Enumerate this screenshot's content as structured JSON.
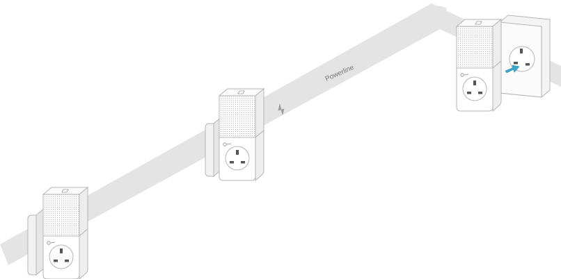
{
  "diagram": {
    "band_label": "Powerline",
    "icons": {
      "lightning": "lightning-bolt-icon",
      "arrow": "insert-arrow-icon",
      "logo": "tp-link-logo-icon"
    },
    "colors": {
      "band": "#e4e4e4",
      "adapter_body": "#ffffff",
      "adapter_shadow": "#f0f0f0",
      "adapter_stroke": "#b5b5b5",
      "mesh_dots": "#c8c8c8",
      "wall_outlet": "#f4f4f4",
      "arrow": "#3ea8c9"
    },
    "adapters": [
      {
        "role": "adapter-left"
      },
      {
        "role": "adapter-middle"
      },
      {
        "role": "adapter-right-plugged-in"
      }
    ]
  }
}
